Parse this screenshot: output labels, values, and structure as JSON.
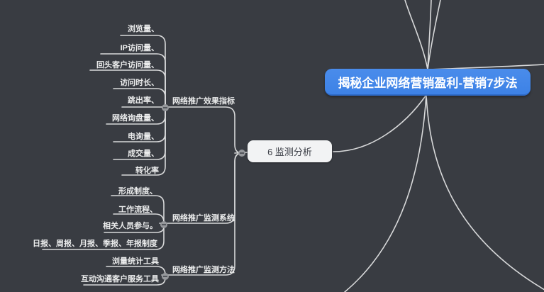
{
  "root": {
    "label": "揭秘企业网络营销盈利-营销7步法"
  },
  "subtopic": {
    "label": "6 监测分析"
  },
  "branches": [
    {
      "label": "网络推广效果指标",
      "children": [
        "浏览量、",
        "IP访问量、",
        "回头客户访问量、",
        "访问时长、",
        "跳出率、",
        "网络询盘量、",
        "电询量、",
        "成交量、",
        "转化率"
      ]
    },
    {
      "label": "网络推广监测系统",
      "children": [
        "形成制度、",
        "工作流程、",
        "相关人员参与。",
        "日报、周报、月报、季报、年报制度"
      ]
    },
    {
      "label": "网络推广监测方法",
      "children": [
        "浏量统计工具",
        "互动沟通客户服务工具"
      ]
    }
  ],
  "icons": {
    "collapse_button": "minus"
  },
  "colors": {
    "background": "#393c42",
    "edge_line": "#d8d9da",
    "root_fill": "#4187e8",
    "root_text": "#ffffff",
    "subtopic_fill": "#f2f3f4",
    "subtopic_text": "#3a3d45",
    "label_text": "#eceded"
  }
}
